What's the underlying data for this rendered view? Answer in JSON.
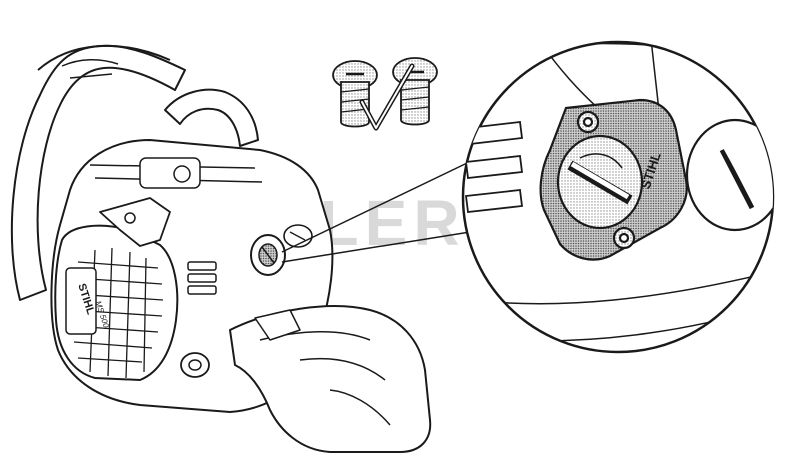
{
  "figure": {
    "brand_marks": [
      "STIHL",
      "MS 500i"
    ],
    "inset_brand": "STIHL",
    "watermark": "CUTLERY"
  },
  "colors": {
    "line": "#1a1a1a",
    "fill": "#ffffff",
    "stipple": "#9a9a9a",
    "watermark": "#d9d9d9"
  },
  "icons": [
    "screw-icon",
    "checkmark-icon"
  ]
}
